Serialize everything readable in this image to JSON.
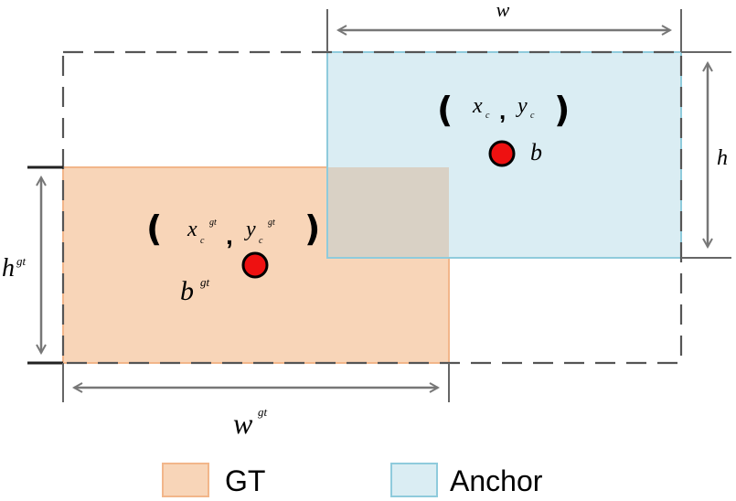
{
  "labels": {
    "w": "w",
    "h": "h",
    "w_gt_base": "w",
    "w_gt_sup": "gt",
    "h_gt_base": "h",
    "h_gt_sup": "gt",
    "b": "b",
    "b_gt_base": "b",
    "b_gt_sup": "gt"
  },
  "anchor_center": {
    "open_paren": "(",
    "x": "x",
    "x_sub": "c",
    "comma": ",",
    "y": "y",
    "y_sub": "c",
    "close_paren": ")"
  },
  "gt_center": {
    "open_paren": "(",
    "x": "x",
    "x_sub": "c",
    "x_sup": "gt",
    "comma": ",",
    "y": "y",
    "y_sub": "c",
    "y_sup": "gt",
    "close_paren": ")"
  },
  "legend": {
    "gt": "GT",
    "anchor": "Anchor"
  },
  "colors": {
    "gt_fill": "#f8d5b8",
    "gt_stroke": "#f2b68a",
    "anchor_fill": "#daedf3",
    "anchor_stroke": "#8fcbdc",
    "overlap_fill": "#d9d1c5",
    "center_point": "#ee1111",
    "arrow": "#777777",
    "dashed_border": "#555555"
  }
}
